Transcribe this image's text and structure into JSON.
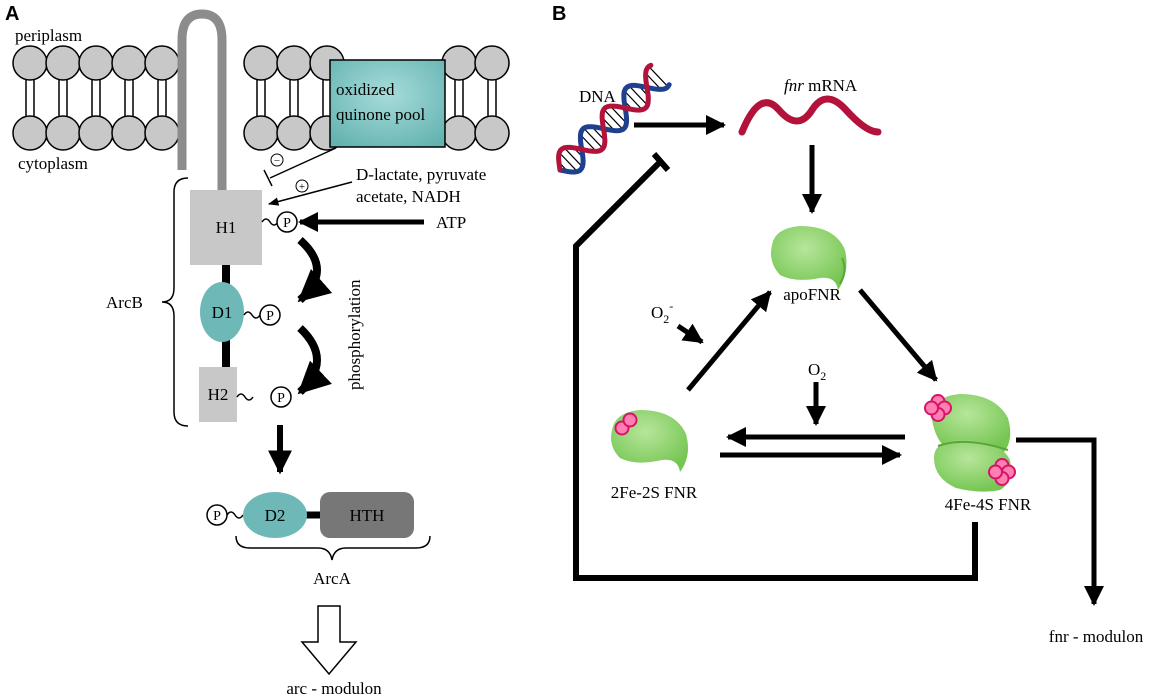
{
  "panels": {
    "a": "A",
    "b": "B"
  },
  "panel_a": {
    "periplasm": "periplasm",
    "cytoplasm": "cytoplasm",
    "quinone_line1": "oxidized",
    "quinone_line2": "quinone pool",
    "minus": "−",
    "plus": "+",
    "effectors_line1": "D-lactate, pyruvate",
    "effectors_line2": "acetate, NADH",
    "atp": "ATP",
    "h1": "H1",
    "d1": "D1",
    "h2": "H2",
    "phospho": "P",
    "phosphorylation": "phosphorylation",
    "arcb": "ArcB",
    "d2": "D2",
    "hth": "HTH",
    "arca": "ArcA",
    "arc_modulon": "arc - modulon"
  },
  "panel_b": {
    "dna": "DNA",
    "fnr_italic": "fnr",
    "mrna": " mRNA",
    "apofnr": "apoFNR",
    "o2_minus_base": "O",
    "o2_minus_sub": "2",
    "o2_minus_sup": "-",
    "o2_base": "O",
    "o2_sub": "2",
    "fnr_2fe": "2Fe-2S FNR",
    "fnr_4fe": "4Fe-4S FNR",
    "fnr_modulon": "fnr - modulon"
  },
  "colors": {
    "lipid": "#c8c8c8",
    "quinone": "#77bfbd",
    "receiver": "#6fb8b8",
    "domain_box": "#c8c8c8",
    "hth": "#777777",
    "fnr_green": "#8dd26a",
    "cluster_pink": "#ff7fb0",
    "dna_red": "#b3123a",
    "dna_blue": "#1f3f8f"
  }
}
